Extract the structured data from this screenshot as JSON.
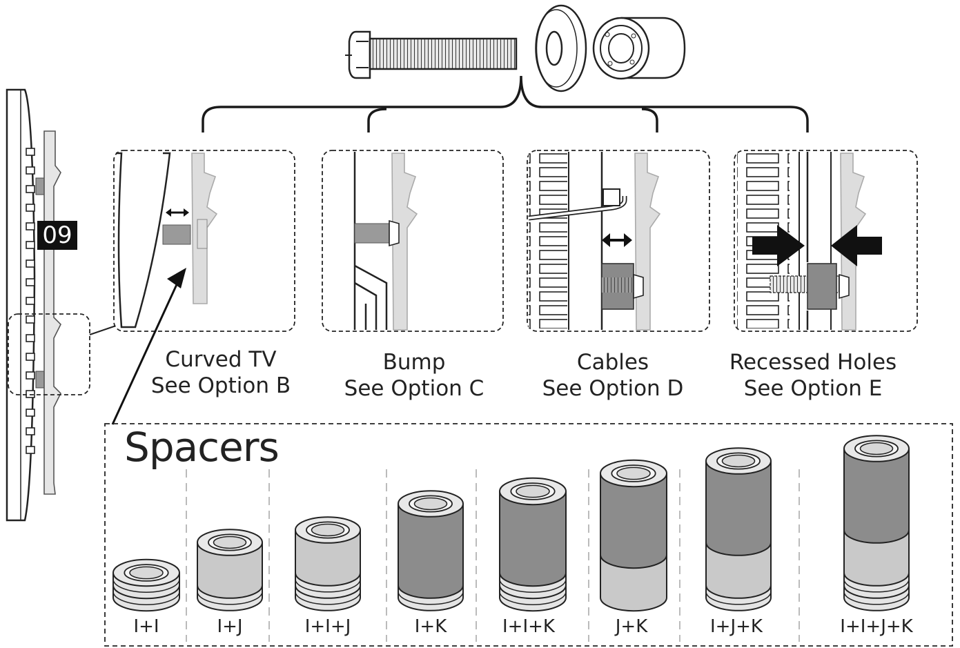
{
  "step_badge": "09",
  "options": [
    {
      "line1": "Curved TV",
      "line2": "See Option B"
    },
    {
      "line1": "Bump",
      "line2": "See Option C"
    },
    {
      "line1": "Cables",
      "line2": "See Option D"
    },
    {
      "line1": "Recessed Holes",
      "line2": "See Option E"
    }
  ],
  "spacers": {
    "title": "Spacers",
    "combos": [
      "I+I",
      "I+J",
      "I+I+J",
      "I+K",
      "I+I+K",
      "J+K",
      "I+J+K",
      "I+I+J+K"
    ]
  }
}
